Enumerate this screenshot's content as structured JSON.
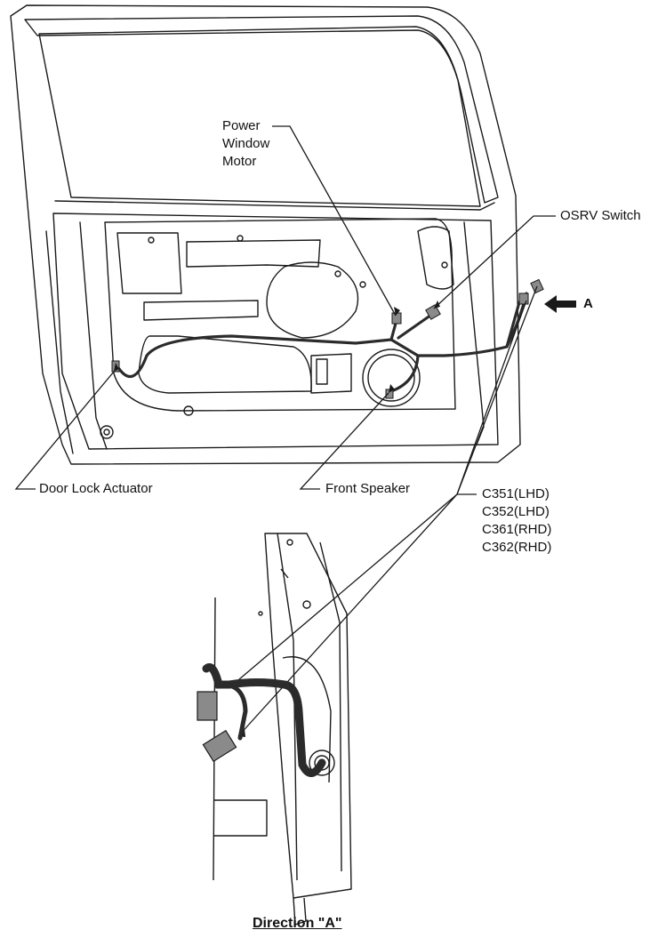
{
  "labels": {
    "power_window_motor": [
      "Power",
      "Window",
      "Motor"
    ],
    "osrv_switch": "OSRV Switch",
    "direction_marker": "A",
    "door_lock_actuator": "Door Lock Actuator",
    "front_speaker": "Front Speaker",
    "connectors": [
      "C351(LHD)",
      "C352(LHD)",
      "C361(RHD)",
      "C362(RHD)"
    ]
  },
  "caption": "Direction \"A\"",
  "colors": {
    "line": "#1a1a1a",
    "connector_fill": "#8a8a8a",
    "harness": "#2b2b2b",
    "paper": "#ffffff"
  }
}
